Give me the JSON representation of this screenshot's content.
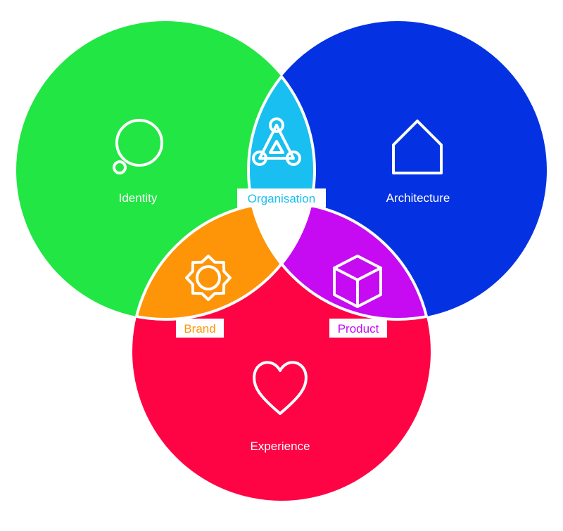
{
  "colors": {
    "identity": "#22e644",
    "architecture": "#0432e3",
    "experience": "#fe0444",
    "organisation": "#19bff0",
    "brand": "#fe9508",
    "product": "#c60af2",
    "center": "#ffffff"
  },
  "regions": {
    "identity": {
      "label": "Identity",
      "icon": "thought-bubble-icon"
    },
    "architecture": {
      "label": "Architecture",
      "icon": "house-icon"
    },
    "experience": {
      "label": "Experience",
      "icon": "heart-icon"
    },
    "organisation": {
      "label": "Organisation",
      "icon": "network-triangle-icon"
    },
    "brand": {
      "label": "Brand",
      "icon": "sun-badge-icon"
    },
    "product": {
      "label": "Product",
      "icon": "cube-icon"
    }
  }
}
